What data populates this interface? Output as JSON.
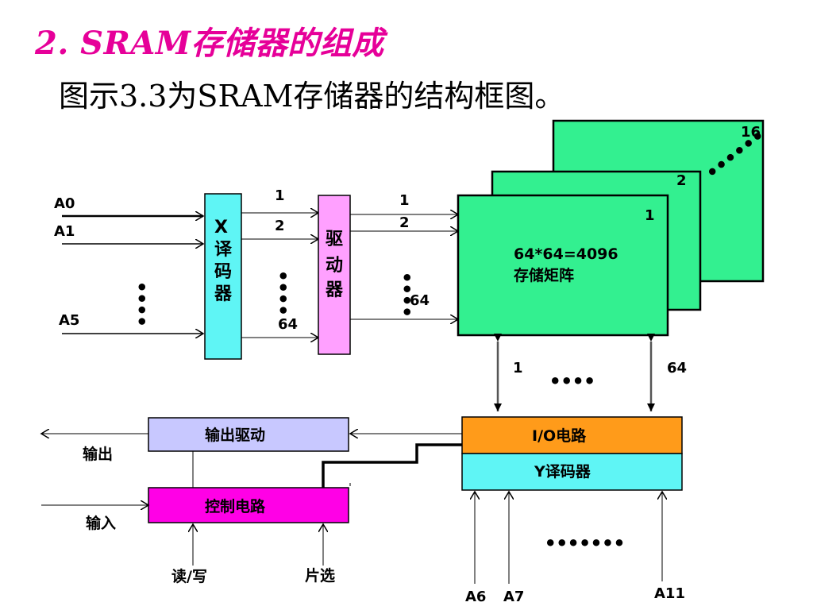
{
  "heading": "2. SRAM存储器的组成",
  "caption": "图示3.3为SRAM存储器的结构框图。",
  "diagram": {
    "address_inputs": [
      "A0",
      "A1",
      "A5"
    ],
    "x_decoder": [
      "X",
      "译",
      "码",
      "器"
    ],
    "driver": [
      "驱",
      "动",
      "器"
    ],
    "row_line_labels": [
      "1",
      "2",
      "64"
    ],
    "row_line_labels_right": [
      "1",
      "2",
      "64"
    ],
    "matrix_planes": [
      "1",
      "2",
      "16"
    ],
    "matrix_label": [
      "64*64=4096",
      "存储矩阵"
    ],
    "column_labels": [
      "1",
      "64"
    ],
    "io_circuit": "I/O电路",
    "y_decoder": "Y译码器",
    "output_driver": "输出驱动",
    "control_circuit": "控制电路",
    "output_label": "输出",
    "input_label": "输入",
    "rw_label": "读/写",
    "cs_label": "片选",
    "y_address_inputs": [
      "A6",
      "A7",
      "A11"
    ],
    "ellipsis_short": "••••",
    "ellipsis_long": "•••••••",
    "ellipsis_diag": "••••••"
  }
}
